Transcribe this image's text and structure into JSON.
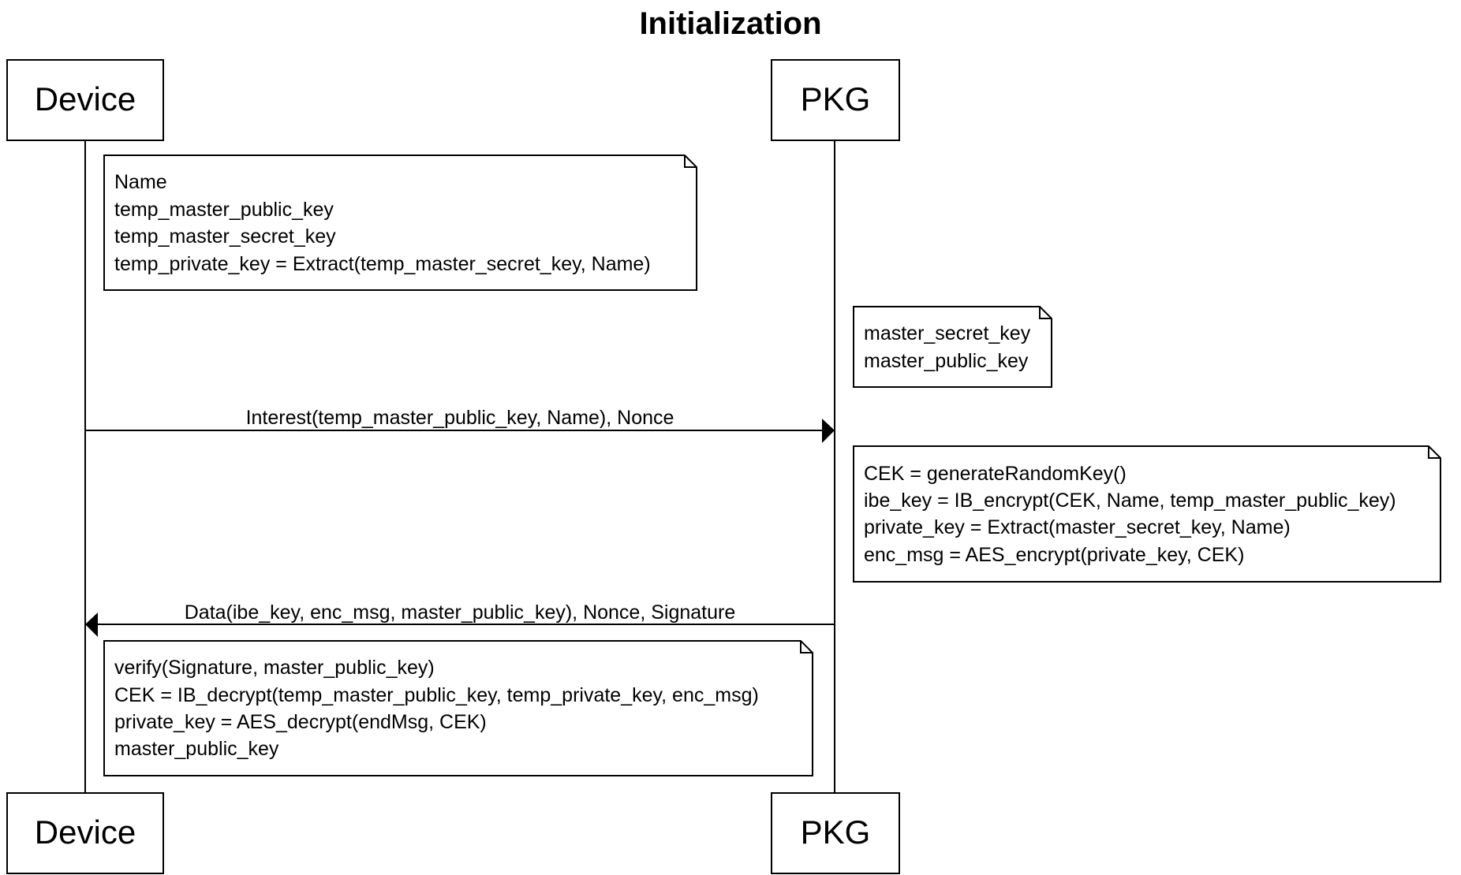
{
  "diagram": {
    "title": "Initialization",
    "participants": [
      {
        "id": "device",
        "label": "Device"
      },
      {
        "id": "pkg",
        "label": "PKG"
      }
    ],
    "notes": [
      {
        "id": "device-init-note",
        "lines": [
          "Name",
          "temp_master_public_key",
          "temp_master_secret_key",
          "temp_private_key = Extract(temp_master_secret_key, Name)"
        ]
      },
      {
        "id": "pkg-keys-note",
        "lines": [
          "master_secret_key",
          "master_public_key"
        ]
      },
      {
        "id": "pkg-process-note",
        "lines": [
          "CEK = generateRandomKey()",
          "ibe_key = IB_encrypt(CEK, Name, temp_master_public_key)",
          "private_key = Extract(master_secret_key, Name)",
          "enc_msg = AES_encrypt(private_key, CEK)"
        ]
      },
      {
        "id": "device-verify-note",
        "lines": [
          "verify(Signature, master_public_key)",
          "CEK = IB_decrypt(temp_master_public_key, temp_private_key, enc_msg)",
          "private_key = AES_decrypt(endMsg, CEK)",
          "master_public_key"
        ]
      }
    ],
    "messages": [
      {
        "id": "interest-message",
        "from": "device",
        "to": "pkg",
        "label": "Interest(temp_master_public_key, Name), Nonce"
      },
      {
        "id": "data-message",
        "from": "pkg",
        "to": "device",
        "label": "Data(ibe_key, enc_msg, master_public_key), Nonce, Signature"
      }
    ]
  }
}
